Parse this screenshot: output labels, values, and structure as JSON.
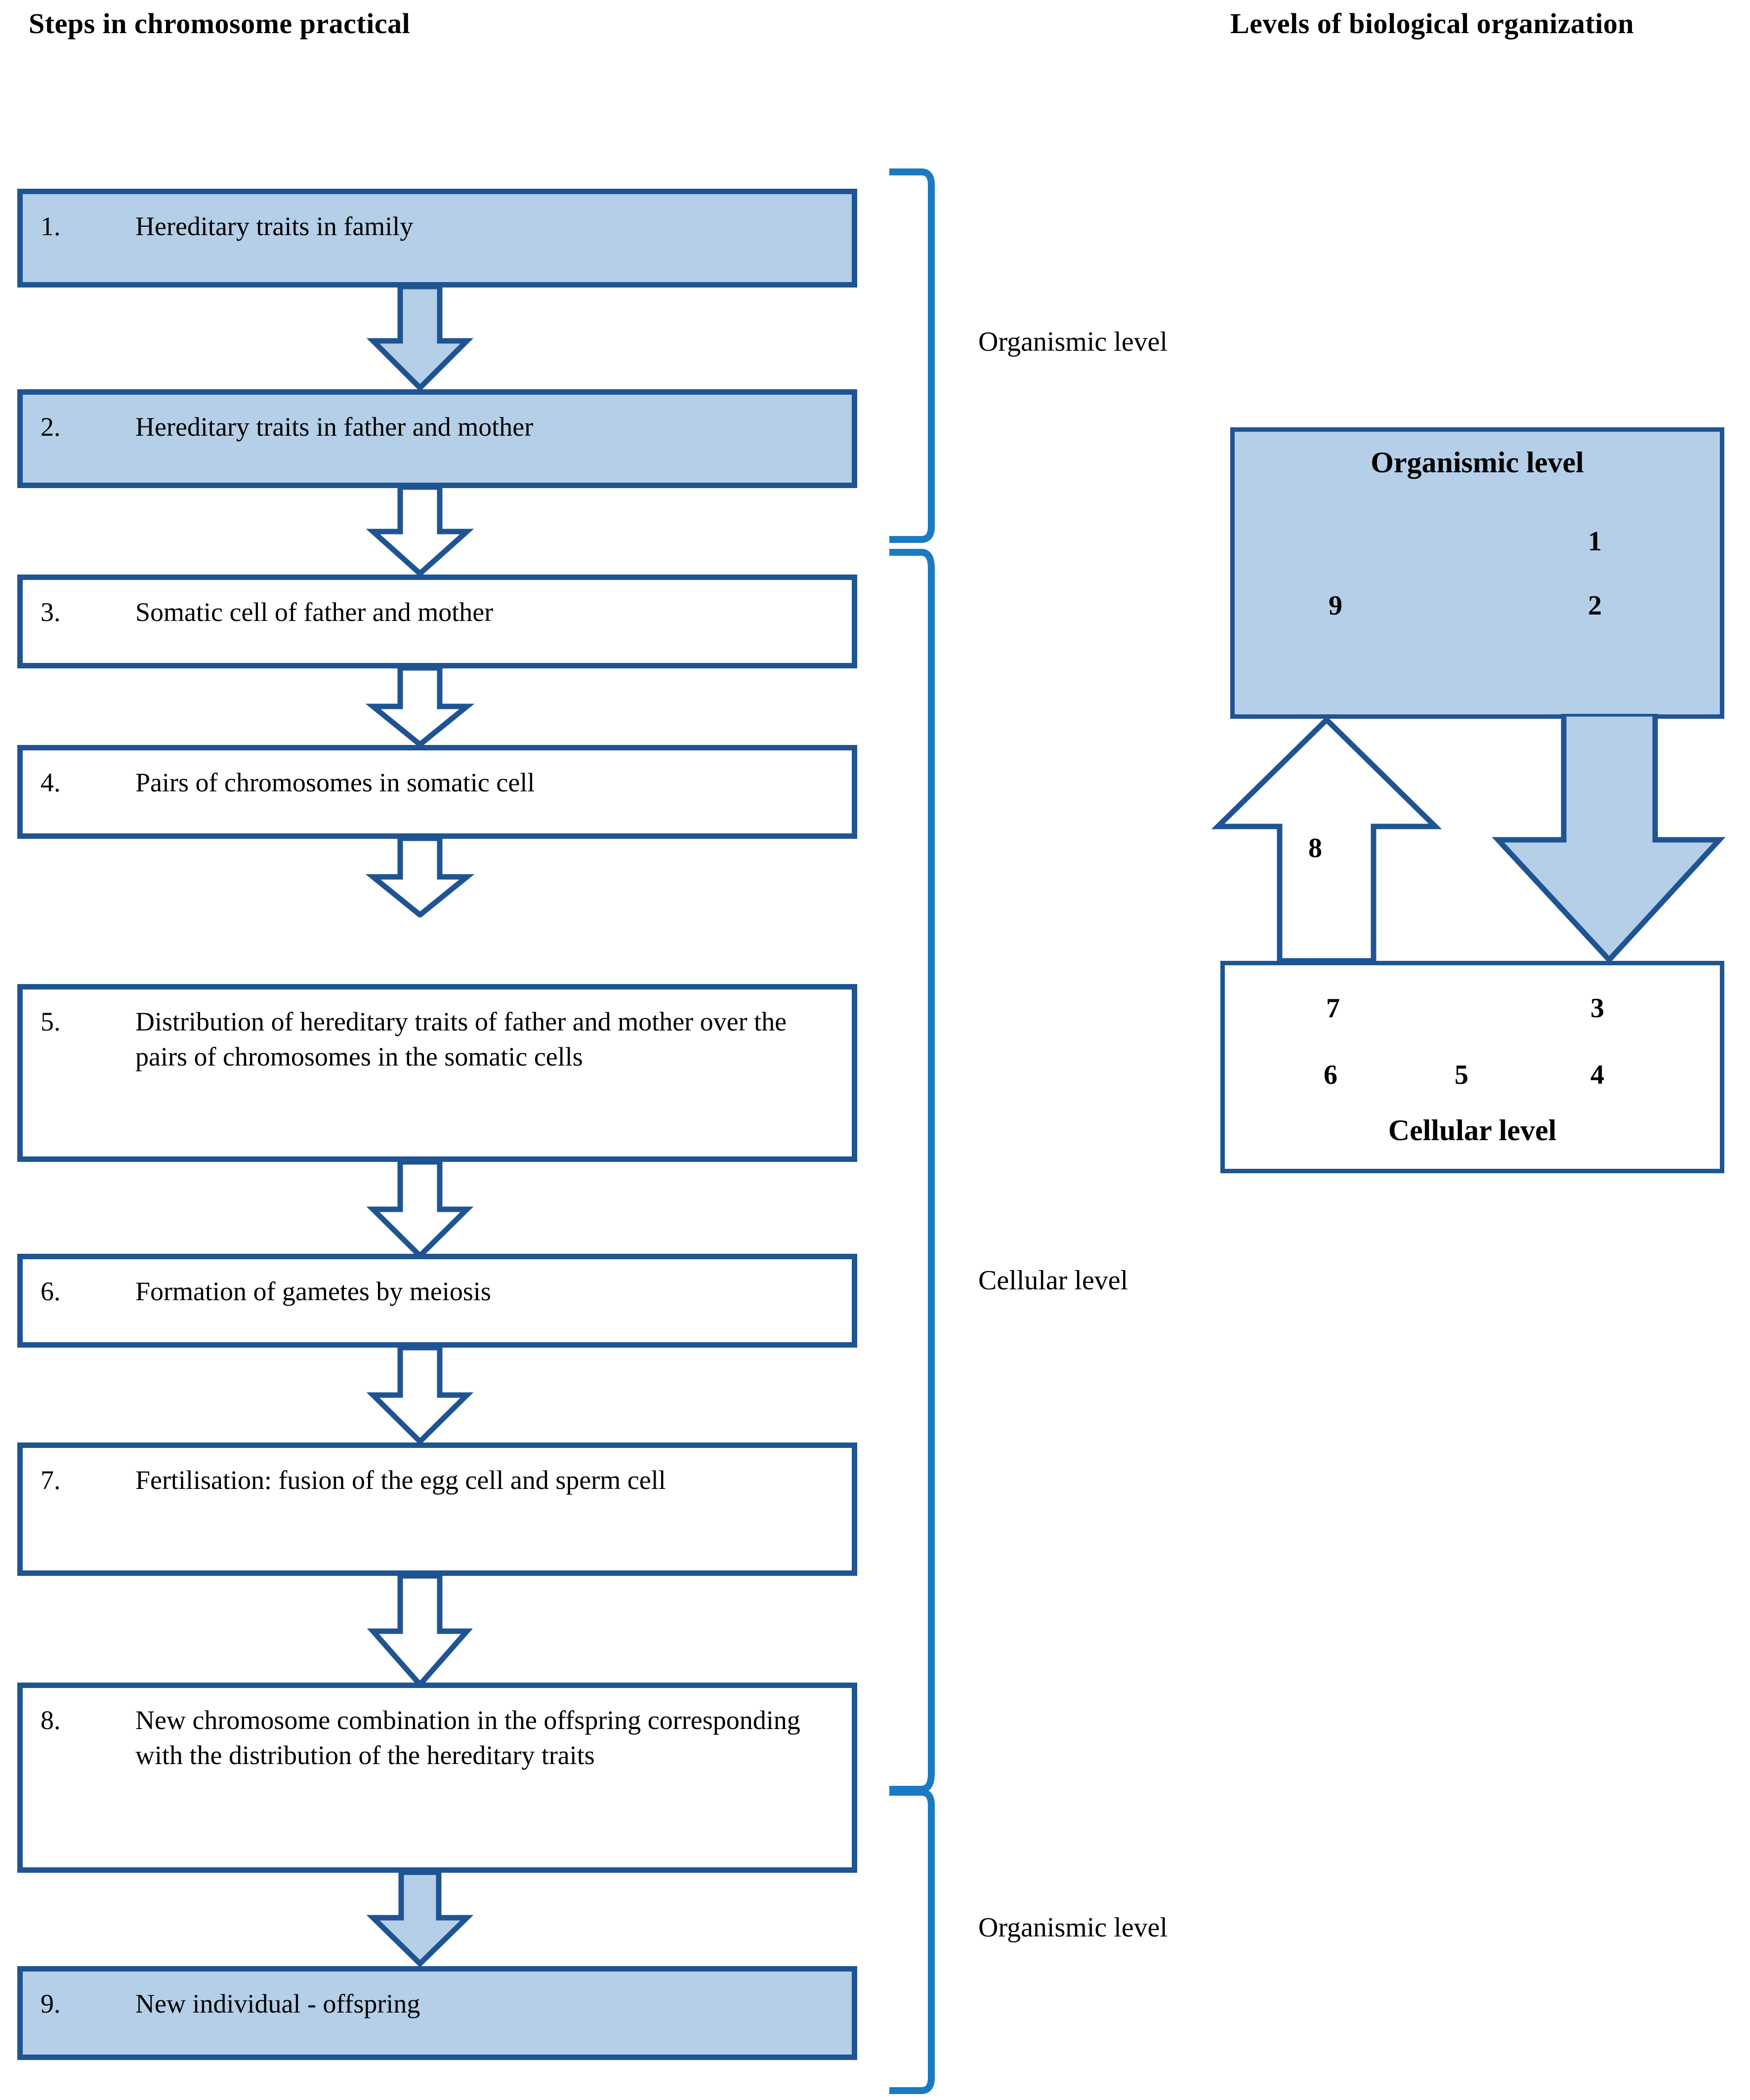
{
  "headers": {
    "left": "Steps in chromosome practical",
    "right": "Levels of biological organization"
  },
  "flow": {
    "steps": [
      {
        "num": "1.",
        "text": "Hereditary traits in family",
        "fill": "blue"
      },
      {
        "num": "2.",
        "text": "Hereditary traits in father and mother",
        "fill": "blue"
      },
      {
        "num": "3.",
        "text": "Somatic cell of father and mother",
        "fill": "white"
      },
      {
        "num": "4.",
        "text": "Pairs of chromosomes in somatic cell",
        "fill": "white"
      },
      {
        "num": "5.",
        "text": "Distribution of hereditary traits of father and mother over the pairs of chromosomes in the somatic cells",
        "fill": "white"
      },
      {
        "num": "6.",
        "text": "Formation of gametes by meiosis",
        "fill": "white"
      },
      {
        "num": "7.",
        "text": "Fertilisation: fusion of the egg cell and sperm cell",
        "fill": "white"
      },
      {
        "num": "8.",
        "text": "New chromosome combination in the offspring corresponding with the distribution of the hereditary traits",
        "fill": "white"
      },
      {
        "num": "9.",
        "text": "New individual - offspring",
        "fill": "blue"
      }
    ]
  },
  "level_labels": {
    "organismic_top": "Organismic level",
    "cellular_mid": "Cellular level",
    "organismic_bottom": "Organismic level"
  },
  "right_panel": {
    "organismic": {
      "title": "Organismic level",
      "numbers": [
        "1",
        "9",
        "2"
      ]
    },
    "cellular": {
      "title": "Cellular level",
      "numbers": [
        "7",
        "3",
        "6",
        "5",
        "4"
      ]
    },
    "arrow_up_label": "8",
    "arrow_up_name": "up-arrow-cellular-to-organismic",
    "arrow_down_name": "down-arrow-organismic-to-cellular"
  },
  "colors": {
    "box_fill": "#B4CFE7",
    "box_border": "#1F5493",
    "bracket": "#1B7AC2",
    "text": "#000000",
    "page_background": "#FFFFFF"
  }
}
